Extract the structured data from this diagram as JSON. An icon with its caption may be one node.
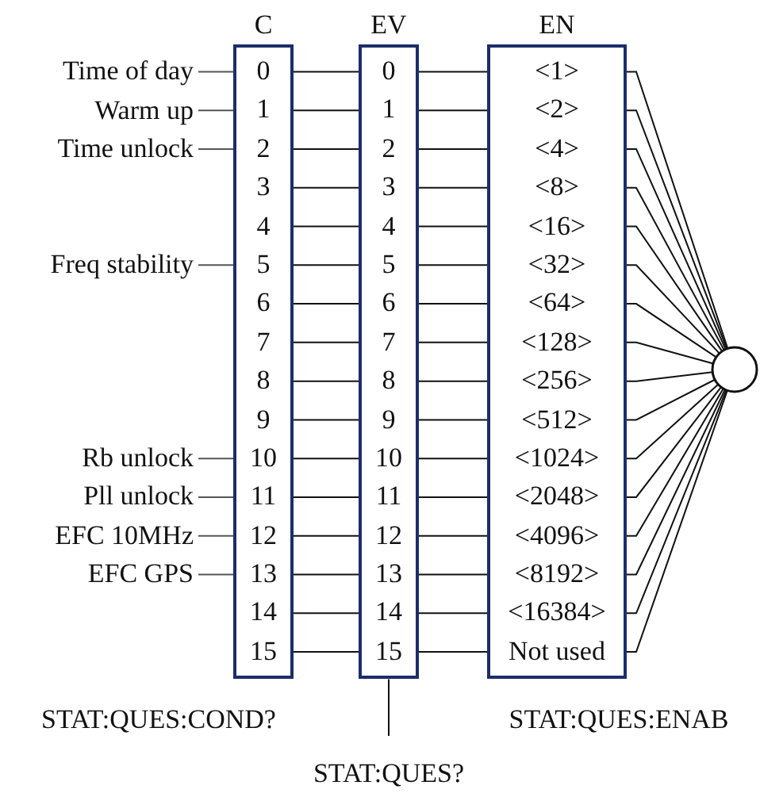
{
  "diagram": {
    "nodes": [
      {
        "text": [
          "C"
        ]
      },
      {
        "text": [
          "0"
        ],
        "in": 0
      },
      {
        "text": [
          "1"
        ],
        "in": 0
      },
      {
        "text": [
          "2"
        ],
        "in": 0
      },
      {
        "text": [
          "3"
        ],
        "in": 0
      },
      {
        "text": [
          "4"
        ],
        "in": 0
      },
      {
        "text": [
          "5"
        ],
        "in": 0
      },
      {
        "text": [
          "6"
        ],
        "in": 0
      },
      {
        "text": [
          "7"
        ],
        "in": 0
      },
      {
        "text": [
          "8"
        ],
        "in": 0
      },
      {
        "text": [
          "9"
        ],
        "in": 0
      },
      {
        "text": [
          "10"
        ],
        "in": 0
      },
      {
        "text": [
          "11"
        ],
        "in": 0
      },
      {
        "text": [
          "12"
        ],
        "in": 0
      },
      {
        "text": [
          "13"
        ],
        "in": 0
      },
      {
        "text": [
          "14"
        ],
        "in": 0
      },
      {
        "text": [
          "15"
        ],
        "in": 0
      },
      {
        "text": [
          "EV"
        ]
      },
      {
        "text": [
          "0"
        ],
        "in": 17
      },
      {
        "text": [
          "1"
        ],
        "in": 17
      },
      {
        "text": [
          "2"
        ],
        "in": 17
      },
      {
        "text": [
          "3"
        ],
        "in": 17
      },
      {
        "text": [
          "4"
        ],
        "in": 17
      },
      {
        "text": [
          "5"
        ],
        "in": 17
      },
      {
        "text": [
          "6"
        ],
        "in": 17
      },
      {
        "text": [
          "7"
        ],
        "in": 17
      },
      {
        "text": [
          "8"
        ],
        "in": 17
      },
      {
        "text": [
          "9"
        ],
        "in": 17
      },
      {
        "text": [
          "10"
        ],
        "in": 17
      },
      {
        "text": [
          "11"
        ],
        "in": 17
      },
      {
        "text": [
          "12"
        ],
        "in": 17
      },
      {
        "text": [
          "13"
        ],
        "in": 17
      },
      {
        "text": [
          "14"
        ],
        "in": 17
      },
      {
        "text": [
          "15"
        ],
        "in": 17
      },
      {
        "text": [
          "EN"
        ]
      },
      {
        "text": [
          "<1>"
        ],
        "in": 34
      },
      {
        "text": [
          "<2>"
        ],
        "in": 34
      },
      {
        "text": [
          "<4>"
        ],
        "in": 34
      },
      {
        "text": [
          "<8>"
        ],
        "in": 34
      },
      {
        "text": [
          "<16>"
        ],
        "in": 34
      },
      {
        "text": [
          "<32>"
        ],
        "in": 34
      },
      {
        "text": [
          "<64>"
        ],
        "in": 34
      },
      {
        "text": [
          "<128>"
        ],
        "in": 34
      },
      {
        "text": [
          "<256>"
        ],
        "in": 34
      },
      {
        "text": [
          "<512>"
        ],
        "in": 34
      },
      {
        "text": [
          "<1024>"
        ],
        "in": 34
      },
      {
        "text": [
          "<2048>"
        ],
        "in": 34
      },
      {
        "text": [
          "<4096>"
        ],
        "in": 34
      },
      {
        "text": [
          "<8192>"
        ],
        "in": 34
      },
      {
        "text": [
          "<16384>"
        ],
        "in": 34
      },
      {
        "text": [
          "Not used"
        ],
        "in": 34
      },
      {
        "text": [
          "Time of day"
        ]
      },
      {
        "text": [
          "Warm up"
        ]
      },
      {
        "text": [
          "Time unlock"
        ]
      },
      {
        "text": [
          "Freq stability"
        ]
      },
      {
        "text": [
          "Rb unlock"
        ]
      },
      {
        "text": [
          "Pll unlock"
        ]
      },
      {
        "text": [
          "EFC 10MHz"
        ]
      },
      {
        "text": [
          "EFC GPS"
        ]
      },
      {
        "text": [],
        "shape": "circle"
      },
      {
        "text": [
          "STAT:QUES?"
        ]
      }
    ],
    "edges": [
      {
        "from": 51,
        "to": 1,
        "arrow": "none"
      },
      {
        "from": 52,
        "to": 2,
        "arrow": "none"
      },
      {
        "from": 53,
        "to": 3,
        "arrow": "none"
      },
      {
        "from": 54,
        "to": 6,
        "arrow": "none"
      },
      {
        "from": 55,
        "to": 11,
        "arrow": "none"
      },
      {
        "from": 56,
        "to": 12,
        "arrow": "none"
      },
      {
        "from": 57,
        "to": 13,
        "arrow": "none"
      },
      {
        "from": 58,
        "to": 14,
        "arrow": "none"
      },
      {
        "from": 1,
        "to": 18,
        "arrow": "none"
      },
      {
        "from": 2,
        "to": 19,
        "arrow": "none"
      },
      {
        "from": 3,
        "to": 20,
        "arrow": "none"
      },
      {
        "from": 4,
        "to": 21,
        "arrow": "none"
      },
      {
        "from": 5,
        "to": 22,
        "arrow": "none"
      },
      {
        "from": 6,
        "to": 23,
        "arrow": "none"
      },
      {
        "from": 7,
        "to": 24,
        "arrow": "none"
      },
      {
        "from": 8,
        "to": 25,
        "arrow": "none"
      },
      {
        "from": 9,
        "to": 26,
        "arrow": "none"
      },
      {
        "from": 10,
        "to": 27,
        "arrow": "none"
      },
      {
        "from": 11,
        "to": 28,
        "arrow": "none"
      },
      {
        "from": 12,
        "to": 29,
        "arrow": "none"
      },
      {
        "from": 13,
        "to": 30,
        "arrow": "none"
      },
      {
        "from": 14,
        "to": 31,
        "arrow": "none"
      },
      {
        "from": 15,
        "to": 32,
        "arrow": "none"
      },
      {
        "from": 16,
        "to": 33,
        "arrow": "none"
      },
      {
        "from": 18,
        "to": 35,
        "arrow": "none"
      },
      {
        "from": 19,
        "to": 36,
        "arrow": "none"
      },
      {
        "from": 20,
        "to": 37,
        "arrow": "none"
      },
      {
        "from": 21,
        "to": 38,
        "arrow": "none"
      },
      {
        "from": 22,
        "to": 39,
        "arrow": "none"
      },
      {
        "from": 23,
        "to": 40,
        "arrow": "none"
      },
      {
        "from": 24,
        "to": 41,
        "arrow": "none"
      },
      {
        "from": 25,
        "to": 42,
        "arrow": "none"
      },
      {
        "from": 26,
        "to": 43,
        "arrow": "none"
      },
      {
        "from": 27,
        "to": 44,
        "arrow": "none"
      },
      {
        "from": 28,
        "to": 45,
        "arrow": "none"
      },
      {
        "from": 29,
        "to": 46,
        "arrow": "none"
      },
      {
        "from": 30,
        "to": 47,
        "arrow": "none"
      },
      {
        "from": 31,
        "to": 48,
        "arrow": "none"
      },
      {
        "from": 32,
        "to": 49,
        "arrow": "none"
      },
      {
        "from": 33,
        "to": 50,
        "arrow": "none"
      },
      {
        "from": 35,
        "to": 59,
        "arrow": "none"
      },
      {
        "from": 36,
        "to": 59,
        "arrow": "none"
      },
      {
        "from": 37,
        "to": 59,
        "arrow": "none"
      },
      {
        "from": 38,
        "to": 59,
        "arrow": "none"
      },
      {
        "from": 39,
        "to": 59,
        "arrow": "none"
      },
      {
        "from": 40,
        "to": 59,
        "arrow": "none"
      },
      {
        "from": 41,
        "to": 59,
        "arrow": "none"
      },
      {
        "from": 42,
        "to": 59,
        "arrow": "none"
      },
      {
        "from": 43,
        "to": 59,
        "arrow": "none"
      },
      {
        "from": 44,
        "to": 59,
        "arrow": "none"
      },
      {
        "from": 45,
        "to": 59,
        "arrow": "none"
      },
      {
        "from": 46,
        "to": 59,
        "arrow": "none"
      },
      {
        "from": 47,
        "to": 59,
        "arrow": "none"
      },
      {
        "from": 48,
        "to": 59,
        "arrow": "none"
      },
      {
        "from": 49,
        "to": 59,
        "arrow": "none"
      },
      {
        "from": 50,
        "to": 59,
        "arrow": "none"
      },
      {
        "from": 17,
        "to": 60,
        "arrow": "none"
      }
    ],
    "labels": [
      "STAT:QUES:COND?",
      "STAT:QUES:ENAB"
    ]
  }
}
